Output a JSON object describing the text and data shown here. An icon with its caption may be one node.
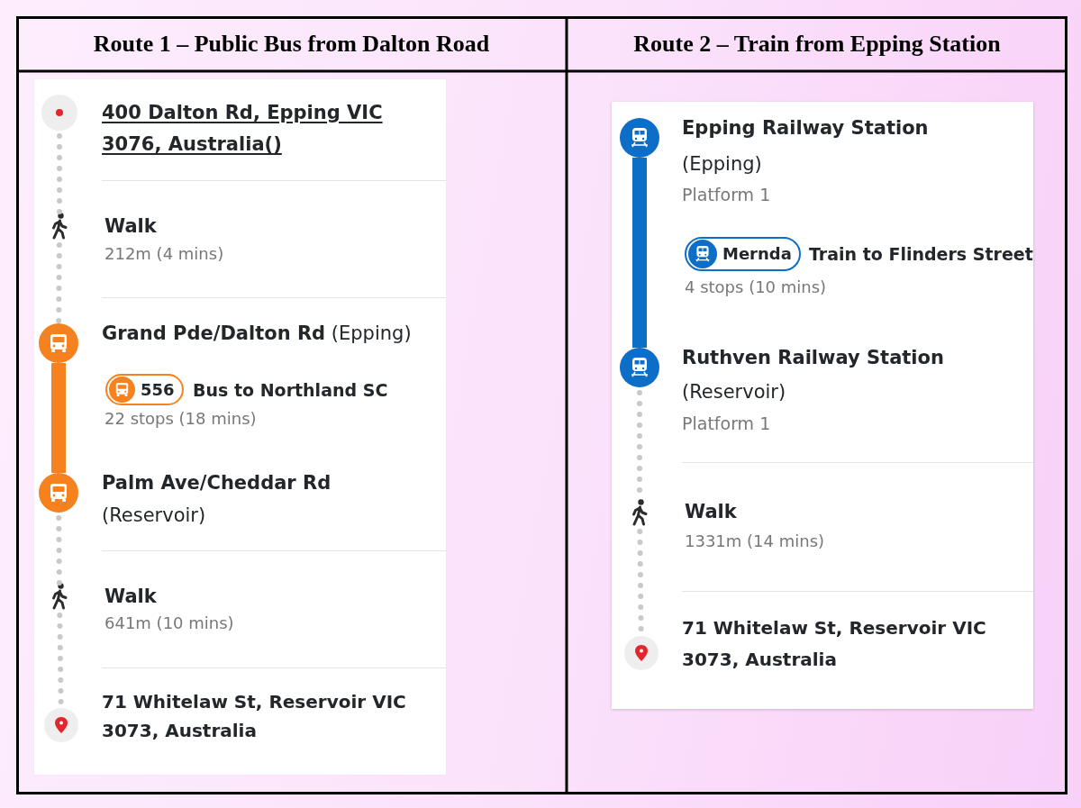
{
  "diagram": {
    "nodes": [
      {
        "text": [
          "400 Dalton Rd, Epping VIC 3076, Australia()",
          "Walk",
          "212m (4 mins)",
          "**Grand Pde/Dalton Rd** (Epping)",
          "22 stops (18 mins)",
          "**Palm Ave/Cheddar Rd** (Reservoir)",
          "Walk",
          "641m (10 mins)",
          "71 Whitelaw St, Reservoir VIC 3073, Australia"
        ]
      },
      {
        "text": [],
        "shape": "circle",
        "in": 0
      },
      {
        "text": [],
        "shape": "person",
        "in": 0
      },
      {
        "text": [],
        "shape": "circle",
        "in": 0
      },
      {
        "text": [
          "556"
        ],
        "in": 0,
        "beside": [
          "Bus to Northland SC"
        ]
      },
      {
        "text": [],
        "shape": "circle",
        "in": 0
      },
      {
        "text": [],
        "shape": "person",
        "in": 0
      },
      {
        "text": [],
        "shape": "circle",
        "in": 0
      },
      {
        "text": [
          "**Epping Railway Station** (Epping)",
          "Platform 1",
          "4 stops (10 mins)",
          "**Ruthven Railway Station** (Reservoir)",
          "Platform 1",
          "Walk",
          "1331m (14 mins)",
          "71 Whitelaw St, Reservoir VIC 3073, Australia"
        ]
      },
      {
        "text": [],
        "shape": "circle",
        "in": 8
      },
      {
        "text": [
          "Mernda"
        ],
        "in": 8,
        "beside": [
          "Train to Flinders Street"
        ]
      },
      {
        "text": [],
        "shape": "circle",
        "in": 8
      },
      {
        "text": [],
        "shape": "person",
        "in": 8
      },
      {
        "text": [],
        "shape": "circle",
        "in": 8
      }
    ],
    "edges": [
      {
        "from": 1,
        "to": 2,
        "arrow": "none",
        "style": "dashed"
      },
      {
        "from": 2,
        "to": 3,
        "arrow": "none",
        "style": "dashed"
      },
      {
        "from": 3,
        "to": 5,
        "arrow": "none",
        "style": "thick",
        "color": "#f5821f"
      },
      {
        "from": 5,
        "to": 6,
        "arrow": "none",
        "style": "dashed"
      },
      {
        "from": 6,
        "to": 7,
        "arrow": "none",
        "style": "dashed"
      },
      {
        "from": 9,
        "to": 11,
        "arrow": "none",
        "style": "thick",
        "color": "#0d6ec8"
      },
      {
        "from": 11,
        "to": 12,
        "arrow": "none",
        "style": "dashed"
      },
      {
        "from": 12,
        "to": 13,
        "arrow": "none",
        "style": "dashed"
      }
    ],
    "labels": [
      "Route 1 – Public Bus from Dalton Road",
      "Route 2 – Train from Epping Station"
    ]
  }
}
